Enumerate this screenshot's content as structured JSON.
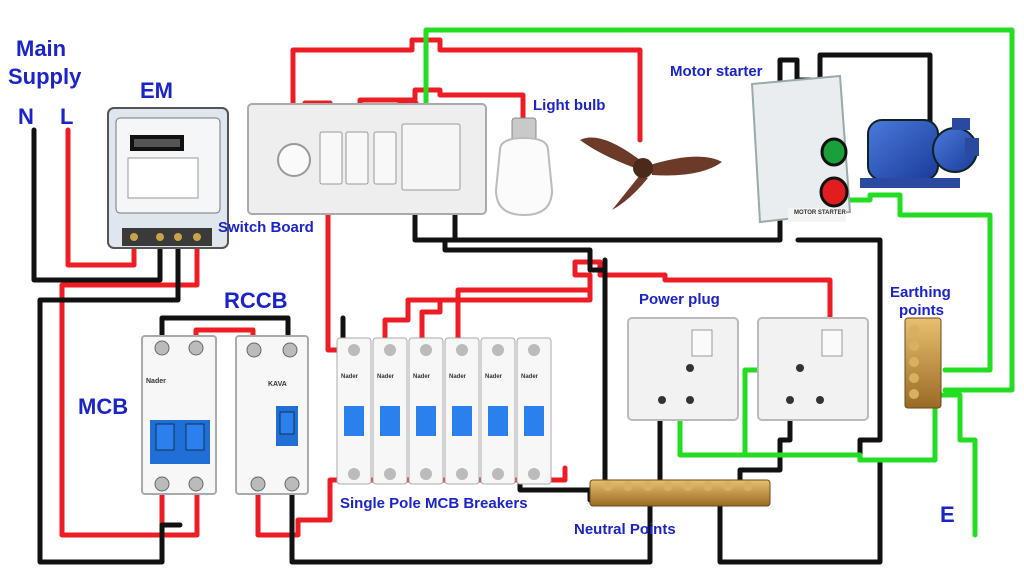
{
  "labels": {
    "main_supply_line1": "Main",
    "main_supply_line2": "Supply",
    "neutral": "N",
    "live": "L",
    "energy_meter": "EM",
    "switch_board": "Switch Board",
    "rccb": "RCCB",
    "mcb": "MCB",
    "single_pole_mcb": "Single Pole MCB Breakers",
    "neutral_points": "Neutral Points",
    "light_bulb": "Light bulb",
    "motor_starter": "Motor starter",
    "power_plug": "Power plug",
    "earthing_points_line1": "Earthing",
    "earthing_points_line2": "points",
    "earth": "E",
    "device_brand": "Nader",
    "rccb_brand": "KAVA",
    "starter_plate": "MOTOR STARTER"
  },
  "wire_colors": {
    "live": "#ee1c25",
    "neutral": "#111111",
    "earth": "#22dd22"
  },
  "counts": {
    "single_pole_breakers": 6,
    "neutral_terminals": 8,
    "earthing_terminals": 5,
    "sockets": 2
  }
}
